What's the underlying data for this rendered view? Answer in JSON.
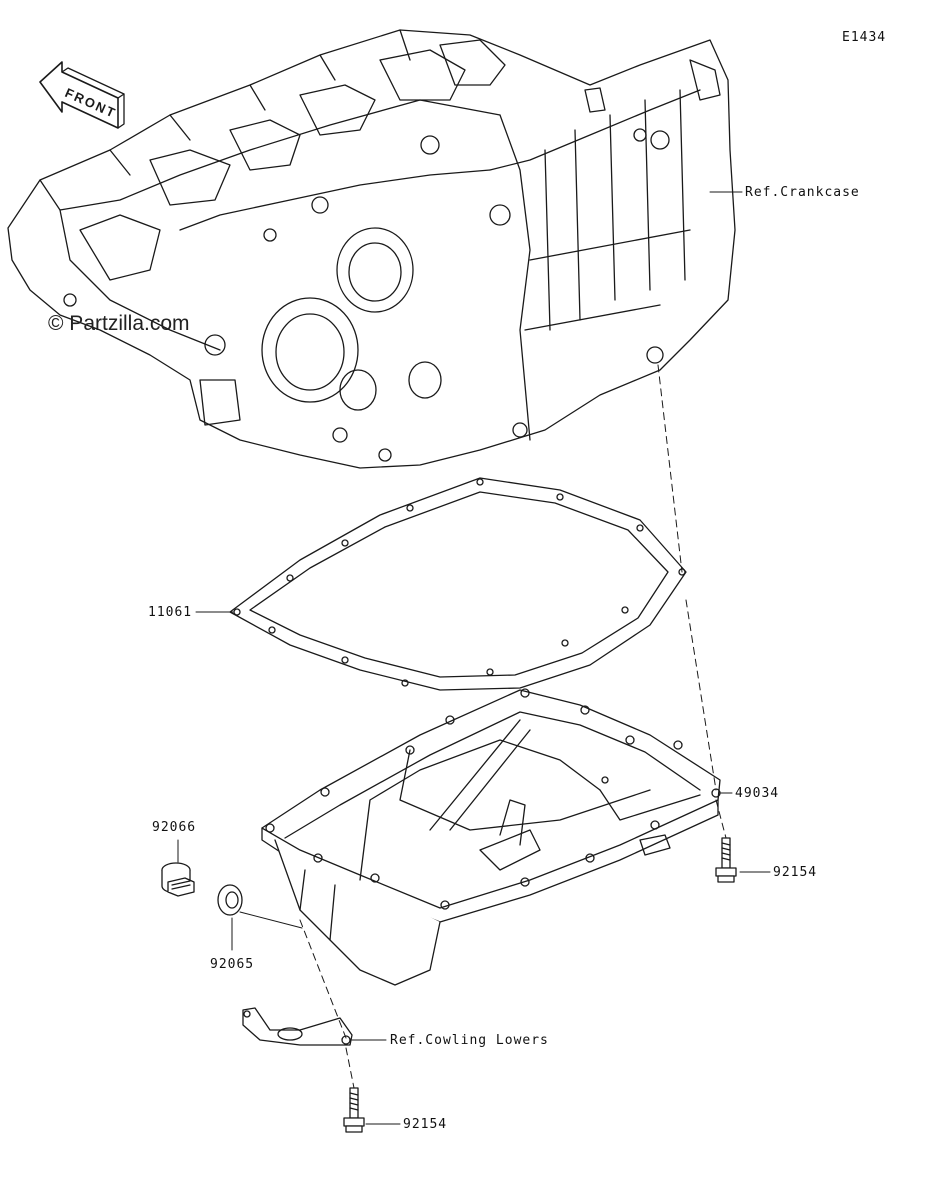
{
  "diagram_id": "E1434",
  "watermark": "© Partzilla.com",
  "front_arrow": {
    "label": "FRONT",
    "icon": "front-arrow-icon"
  },
  "callouts": {
    "ref_crankcase": "Ref.Crankcase",
    "gasket": "11061",
    "oil_pan": "49034",
    "bolt_pan": "92154",
    "drain_plug": "92066",
    "washer": "92065",
    "ref_cowling": "Ref.Cowling Lowers",
    "bolt_bracket": "92154"
  },
  "colors": {
    "line": "#1a1a1a",
    "background": "#ffffff"
  }
}
